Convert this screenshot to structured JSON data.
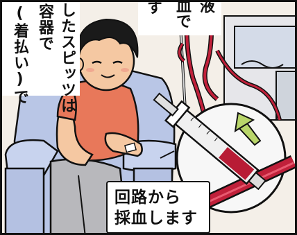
{
  "narration_left": {
    "lines": [
      "したスピッツは",
      "容器で",
      "(着払い)で"
    ]
  },
  "narration_top": {
    "lines": [
      "液",
      "血で",
      "す"
    ]
  },
  "speech_bubble": {
    "lines": [
      "回路から",
      "採血します"
    ]
  },
  "colors": {
    "skin": "#f5c8a2",
    "shirt": "#e8785a",
    "chair": "#b9c6e6",
    "tube": "#c0203a",
    "arrow": "#b9d66a"
  }
}
